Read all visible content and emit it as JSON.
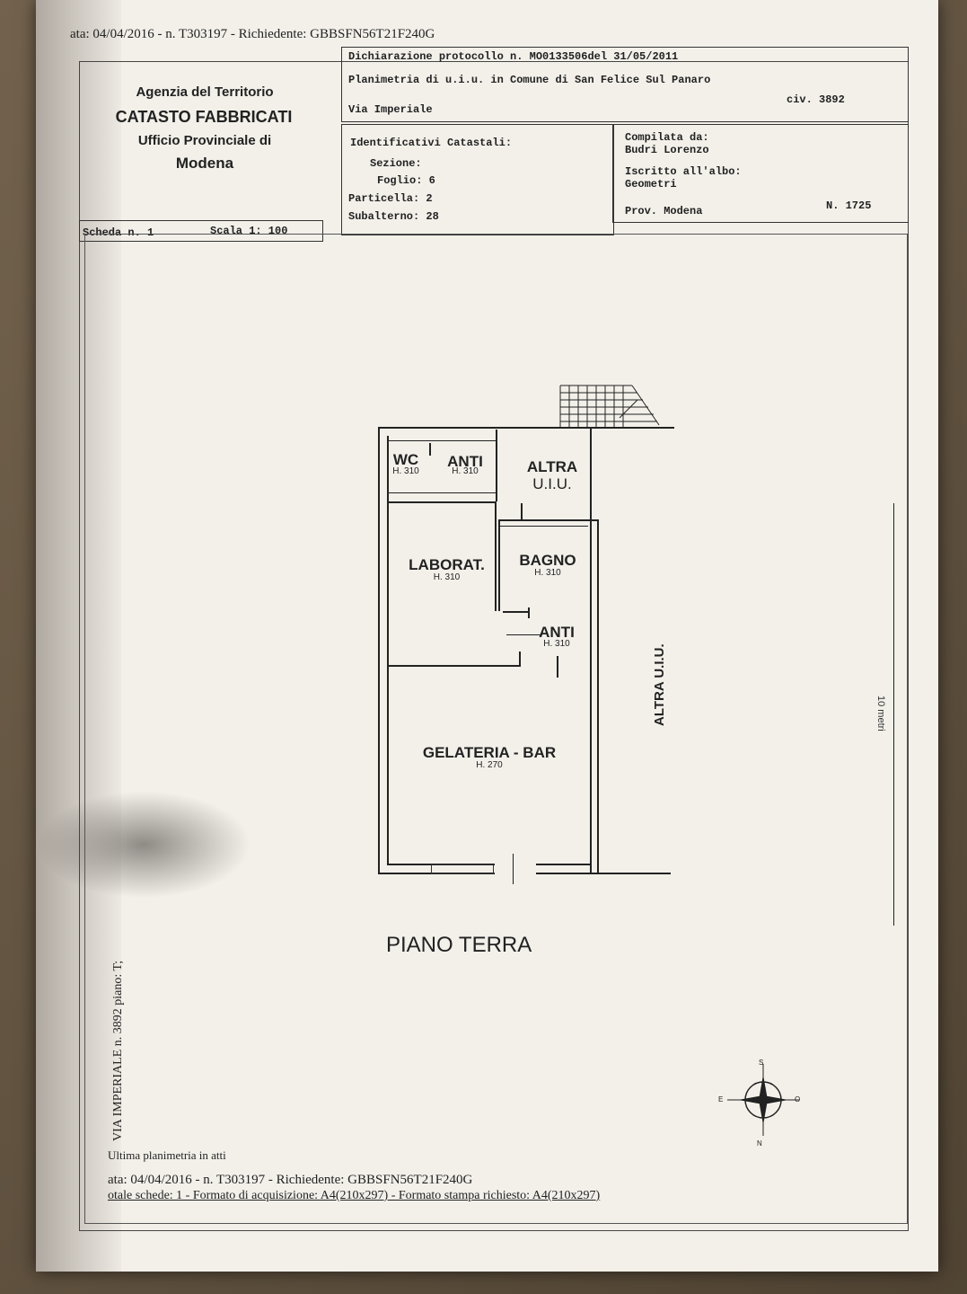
{
  "header_line_top": "ata: 04/04/2016 - n. T303197 - Richiedente: GBBSFN56T21F240G",
  "agency": {
    "line1": "Agenzia del Territorio",
    "line2": "CATASTO FABBRICATI",
    "line3": "Ufficio Provinciale di",
    "line4": "Modena"
  },
  "declaration": {
    "protocol": "Dichiarazione protocollo n. MO0133506del 31/05/2011",
    "planimetria": "Planimetria di u.i.u. in Comune di San Felice Sul Panaro",
    "via": "Via Imperiale",
    "civ": "civ. 3892"
  },
  "identifiers": {
    "title": "Identificativi Catastali:",
    "sezione": "Sezione:",
    "foglio": "Foglio: 6",
    "particella": "Particella: 2",
    "subalterno": "Subalterno: 28"
  },
  "compiler": {
    "title": "Compilata da:",
    "name": "Budri Lorenzo",
    "albo": "Iscritto all'albo:",
    "albo_value": "Geometri",
    "prov": "Prov. Modena",
    "number": "N.  1725"
  },
  "scheda": "Scheda n. 1",
  "scala": "Scala 1: 100",
  "rooms": {
    "wc": "WC",
    "wc_h": "H. 310",
    "anti1": "ANTI",
    "anti1_h": "H. 310",
    "altra1_a": "ALTRA",
    "altra1_b": "U.I.U.",
    "laborat": "LABORAT.",
    "laborat_h": "H. 310",
    "bagno": "BAGNO",
    "bagno_h": "H. 310",
    "anti2": "ANTI",
    "anti2_h": "H. 310",
    "gelateria": "GELATERIA - BAR",
    "gelateria_h": "H. 270",
    "altra2": "ALTRA U.I.U."
  },
  "floor_title": "PIANO TERRA",
  "side_text": "VIA IMPERIALE n. 3892 piano: T;",
  "scale_bar": "10 metri",
  "compass": {
    "n": "N",
    "s": "S",
    "e": "E",
    "o": "O"
  },
  "footer": {
    "ultima": "Ultima planimetria in atti",
    "line1": "ata: 04/04/2016 - n. T303197 - Richiedente: GBBSFN56T21F240G",
    "line2": "otale schede: 1 - Formato di acquisizione: A4(210x297)  - Formato stampa richiesto: A4(210x297)"
  }
}
